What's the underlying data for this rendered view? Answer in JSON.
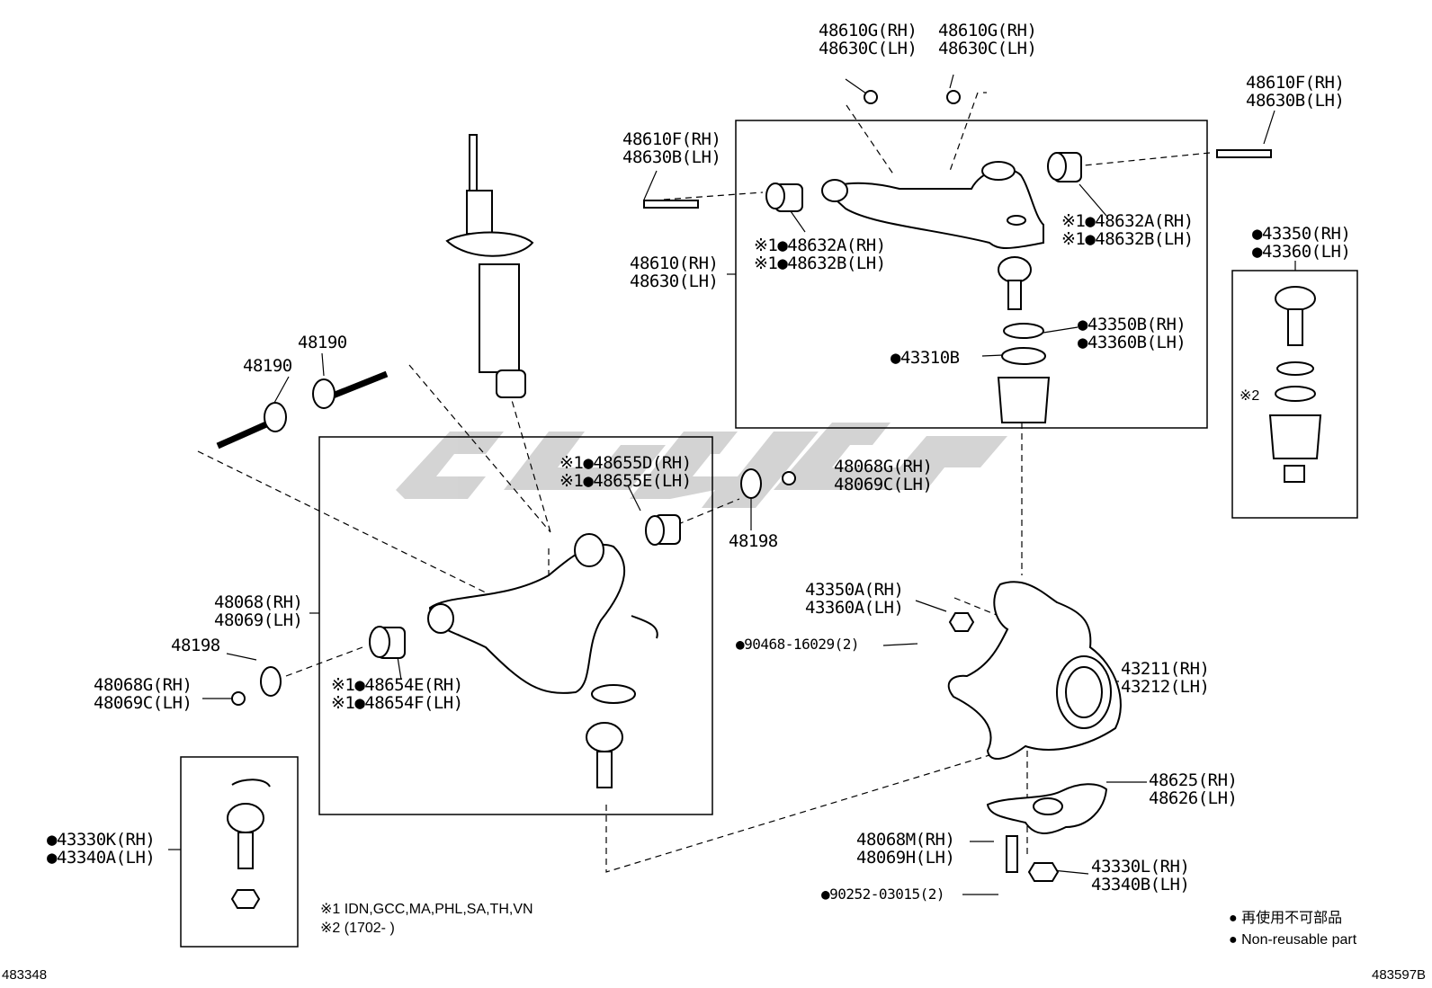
{
  "labels": {
    "upper_nut_a": [
      "48610G(RH)",
      "48630C(LH)"
    ],
    "upper_nut_b": [
      "48610G(RH)",
      "48630C(LH)"
    ],
    "upper_bolt_right": [
      "48610F(RH)",
      "48630B(LH)"
    ],
    "upper_bolt_left": [
      "48610F(RH)",
      "48630B(LH)"
    ],
    "upper_arm": [
      "48610(RH)",
      "48630(LH)"
    ],
    "upper_bushing_left": [
      "※1●48632A(RH)",
      "※1●48632B(LH)"
    ],
    "upper_bushing_right": [
      "※1●48632A(RH)",
      "※1●48632B(LH)"
    ],
    "upper_ball_joint_ring": [
      "●43350B(RH)",
      "●43360B(LH)"
    ],
    "upper_ball_joint_boot": [
      "●43310B"
    ],
    "upper_ball_joint_kit": [
      "●43350(RH)",
      "●43360(LH)"
    ],
    "cam_bolt_a": [
      "48190"
    ],
    "cam_bolt_b": [
      "48190"
    ],
    "lower_bushing_front": [
      "※1●48655D(RH)",
      "※1●48655E(LH)"
    ],
    "lower_nut_right": [
      "48068G(RH)",
      "48069C(LH)"
    ],
    "cam_plate_right": [
      "48198"
    ],
    "lower_arm": [
      "48068(RH)",
      "48069(LH)"
    ],
    "cam_plate_left": [
      "48198"
    ],
    "lower_nut_left": [
      "48068G(RH)",
      "48069C(LH)"
    ],
    "lower_bushing_rear": [
      "※1●48654E(RH)",
      "※1●48654F(LH)"
    ],
    "knuckle_ball_nut": [
      "43350A(RH)",
      "43360A(LH)"
    ],
    "cotter_pin_upper": [
      "●90468-16029(2)"
    ],
    "steering_knuckle": [
      "43211(RH)",
      "43212(LH)"
    ],
    "knuckle_arm": [
      "48625(RH)",
      "48626(LH)"
    ],
    "knuckle_arm_bolt": [
      "48068M(RH)",
      "48069H(LH)"
    ],
    "lower_ball_nut": [
      "43330L(RH)",
      "43340B(LH)"
    ],
    "cotter_pin_lower": [
      "●90252-03015(2)"
    ],
    "lower_ball_joint_kit": [
      "●43330K(RH)",
      "●43340A(LH)"
    ]
  },
  "ring_note": "※2",
  "notes": [
    "※1  IDN,GCC,MA,PHL,SA,TH,VN",
    "※2 (1702-       )"
  ],
  "legend": [
    "再使用不可部品",
    "Non-reusable part"
  ],
  "legend_bullet": "●",
  "ids": {
    "left": "483348",
    "right": "483597B"
  },
  "watermark_color": "#c8c8c8"
}
